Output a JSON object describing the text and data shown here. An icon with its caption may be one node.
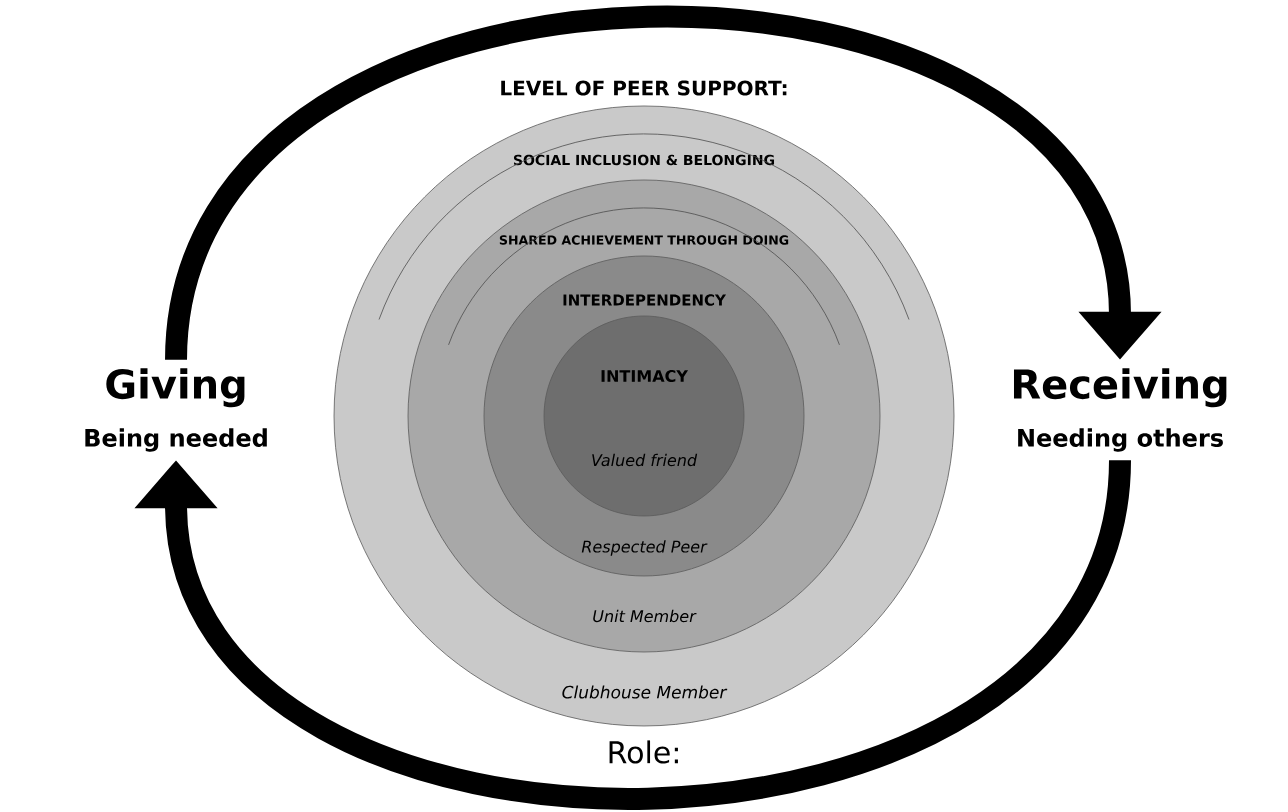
{
  "diagram": {
    "title": "LEVEL OF PEER SUPPORT:",
    "nodes": [
      {
        "text": [
          "Giving",
          "Being needed"
        ]
      },
      {
        "text": [
          "SOCIAL INCLUSION & BELONGING",
          "Clubhouse Member"
        ]
      },
      {
        "text": [
          "SHARED ACHIEVEMENT THROUGH DOING",
          "Unit Member"
        ],
        "in": 1
      },
      {
        "text": [
          "INTERDEPENDENCY",
          "Respected Peer"
        ],
        "in": 2
      },
      {
        "text": [
          "INTIMACY",
          "Valued friend"
        ],
        "in": 3
      },
      {
        "text": [
          "Receiving",
          "Needing others"
        ]
      }
    ],
    "edges": [
      {
        "from": 0,
        "to": 5,
        "arrow": "to"
      },
      {
        "from": 5,
        "to": 0,
        "arrow": "to"
      }
    ],
    "labels": [
      "Role:"
    ]
  }
}
